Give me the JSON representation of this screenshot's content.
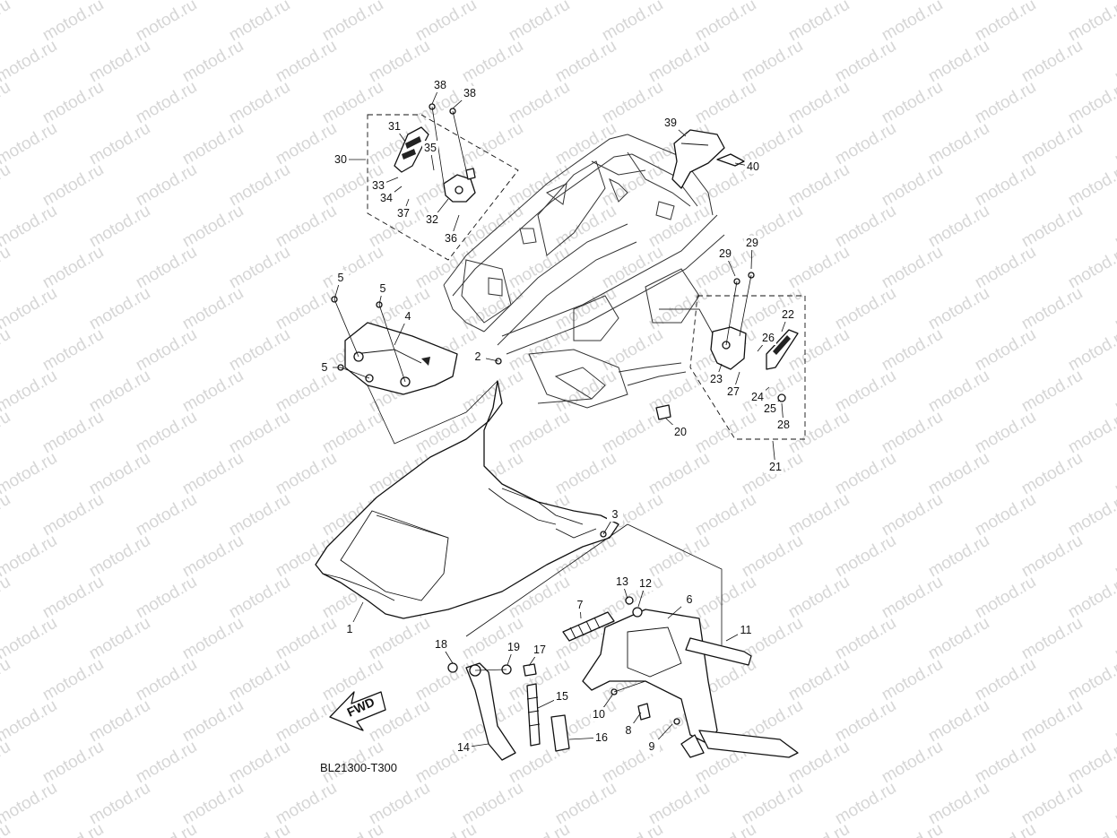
{
  "watermark": {
    "text": "motod.ru"
  },
  "diagram": {
    "code": "BL21300-T300",
    "fwd_label": "FWD",
    "callouts": [
      {
        "id": "1",
        "label": "1"
      },
      {
        "id": "2",
        "label": "2"
      },
      {
        "id": "3",
        "label": "3"
      },
      {
        "id": "4",
        "label": "4"
      },
      {
        "id": "5a",
        "label": "5"
      },
      {
        "id": "5b",
        "label": "5"
      },
      {
        "id": "5c",
        "label": "5"
      },
      {
        "id": "6",
        "label": "6"
      },
      {
        "id": "7",
        "label": "7"
      },
      {
        "id": "8",
        "label": "8"
      },
      {
        "id": "9",
        "label": "9"
      },
      {
        "id": "10",
        "label": "10"
      },
      {
        "id": "11",
        "label": "11"
      },
      {
        "id": "12",
        "label": "12"
      },
      {
        "id": "13",
        "label": "13"
      },
      {
        "id": "14",
        "label": "14"
      },
      {
        "id": "15",
        "label": "15"
      },
      {
        "id": "16",
        "label": "16"
      },
      {
        "id": "17",
        "label": "17"
      },
      {
        "id": "18",
        "label": "18"
      },
      {
        "id": "19",
        "label": "19"
      },
      {
        "id": "20",
        "label": "20"
      },
      {
        "id": "21",
        "label": "21"
      },
      {
        "id": "22",
        "label": "22"
      },
      {
        "id": "23",
        "label": "23"
      },
      {
        "id": "24",
        "label": "24"
      },
      {
        "id": "25",
        "label": "25"
      },
      {
        "id": "26",
        "label": "26"
      },
      {
        "id": "27",
        "label": "27"
      },
      {
        "id": "28",
        "label": "28"
      },
      {
        "id": "29a",
        "label": "29"
      },
      {
        "id": "29b",
        "label": "29"
      },
      {
        "id": "30",
        "label": "30"
      },
      {
        "id": "31",
        "label": "31"
      },
      {
        "id": "32",
        "label": "32"
      },
      {
        "id": "33",
        "label": "33"
      },
      {
        "id": "34",
        "label": "34"
      },
      {
        "id": "35",
        "label": "35"
      },
      {
        "id": "36",
        "label": "36"
      },
      {
        "id": "37",
        "label": "37"
      },
      {
        "id": "38a",
        "label": "38"
      },
      {
        "id": "38b",
        "label": "38"
      },
      {
        "id": "39",
        "label": "39"
      },
      {
        "id": "40",
        "label": "40"
      }
    ]
  }
}
